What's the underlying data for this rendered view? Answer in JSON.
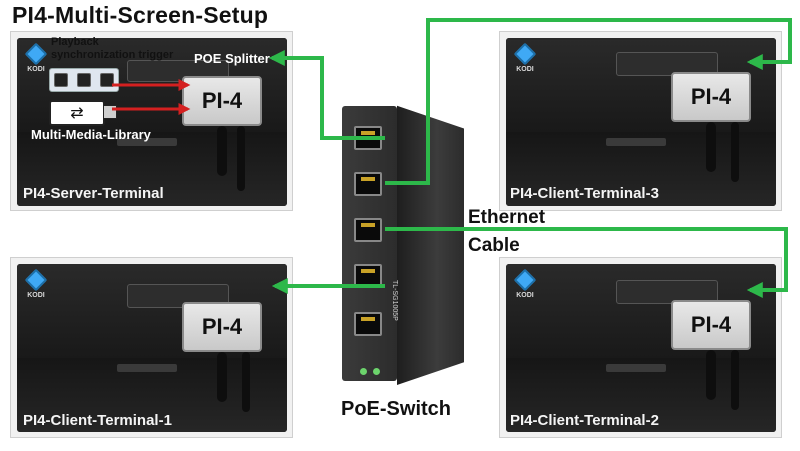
{
  "title": "PI4-Multi-Screen-Setup",
  "pi_label": "PI-4",
  "kodi_text": "KODI",
  "server": {
    "label": "PI4-Server-Terminal",
    "splitter_label": "POE Splitter",
    "trigger_label": "Playback synchronization trigger",
    "library_label": "Multi-Media-Library"
  },
  "clients": {
    "c1": "PI4-Client-Terminal-1",
    "c2": "PI4-Client-Terminal-2",
    "c3": "PI4-Client-Terminal-3"
  },
  "switch": {
    "label": "PoE-Switch",
    "model": "TL-SG1005P"
  },
  "cable": {
    "line1": "Ethernet",
    "line2": "Cable"
  },
  "colors": {
    "cable": "#2db84a",
    "trigger_arrow": "#d42020"
  }
}
